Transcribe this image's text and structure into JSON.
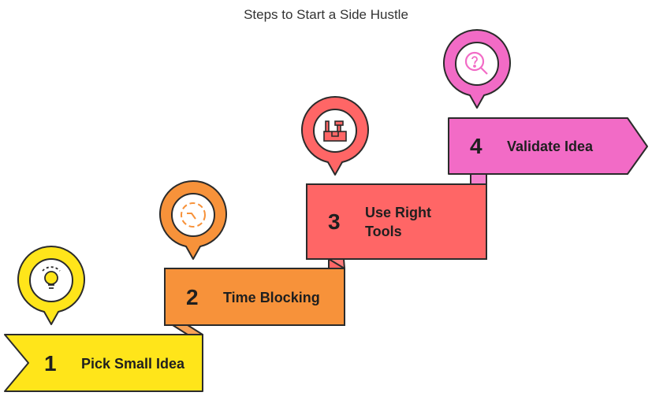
{
  "title": "Steps to Start a Side Hustle",
  "steps": [
    {
      "number": "1",
      "label": "Pick Small Idea",
      "color": "#FFE51A",
      "icon": "lightbulb-icon"
    },
    {
      "number": "2",
      "label": "Time Blocking",
      "color": "#F7923A",
      "icon": "clock-cycle-icon"
    },
    {
      "number": "3",
      "label": "Use Right Tools",
      "color": "#FF6666",
      "icon": "toolbox-icon"
    },
    {
      "number": "4",
      "label": "Validate Idea",
      "color": "#F26BC6",
      "icon": "magnify-question-icon"
    }
  ],
  "colors": {
    "stroke": "#2b2b2b",
    "text": "#1f1f1f"
  }
}
